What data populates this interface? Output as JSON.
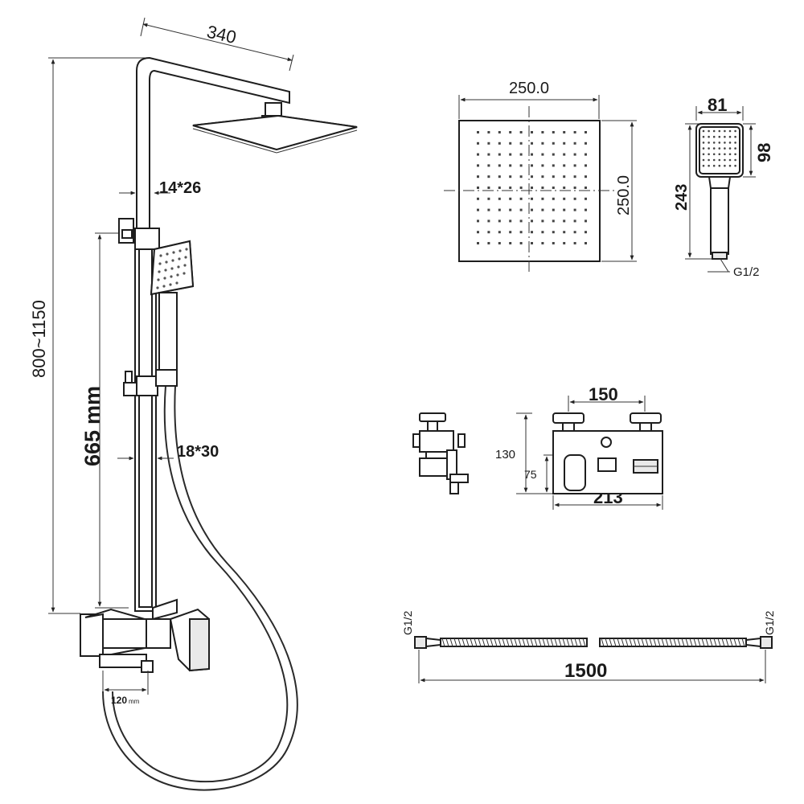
{
  "dimensions": {
    "arm_length": "340",
    "total_height": "800~1150",
    "slide_bar_height": "665",
    "slide_bar_unit": "mm",
    "upper_pipe_section": "14*26",
    "lower_pipe_section": "18*30",
    "spout_length": "120",
    "spout_unit": "mm",
    "head_width": "250.0",
    "head_depth": "250.0",
    "hand_shower_width": "81",
    "hand_shower_head_height": "98",
    "hand_shower_length": "243",
    "hand_shower_thread": "G1/2",
    "mixer_handle_spacing": "150",
    "mixer_height": "130",
    "mixer_outlet_height": "75",
    "mixer_width": "213",
    "hose_length": "1500",
    "hose_thread_left": "G1/2",
    "hose_thread_right": "G1/2"
  },
  "colors": {
    "line": "#1e1e1e",
    "shade": "#e9e9e9",
    "background": "#ffffff"
  }
}
